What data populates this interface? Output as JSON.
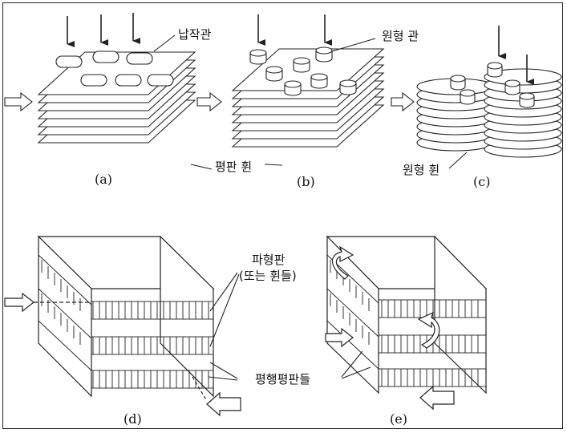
{
  "labels": {
    "lead_tube": "납작관",
    "round_tube": "원형 관",
    "flat_fin": "평판 휜",
    "round_fin": "원형 휜",
    "corrugated_plate_1": "파형판",
    "corrugated_plate_2": "(또는 휜들)",
    "parallel_plates": "평행평판들"
  },
  "captions": {
    "a": "(a)",
    "b": "(b)",
    "c": "(c)",
    "d": "(d)",
    "e": "(e)"
  },
  "colors": {
    "line": "#222222",
    "background": "#ffffff"
  }
}
